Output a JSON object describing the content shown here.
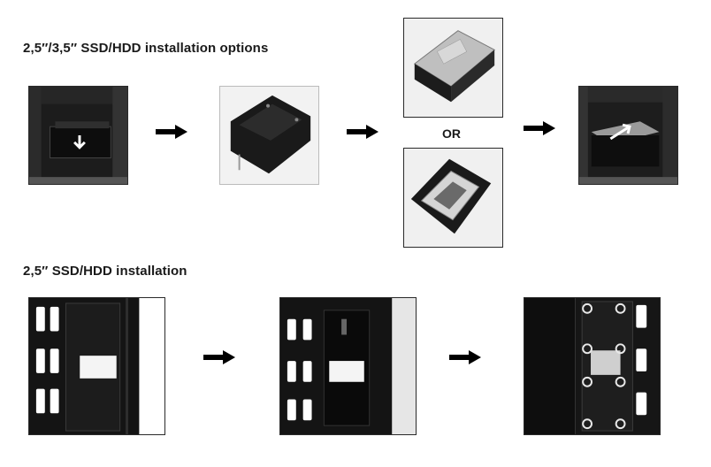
{
  "sections": {
    "options_title": "2,5″/3,5″ SSD/HDD installation options",
    "ssd_title": "2,5″ SSD/HDD installation"
  },
  "options": {
    "or_label": "OR"
  },
  "icons": {
    "step_arrow": "right-arrow-icon"
  }
}
